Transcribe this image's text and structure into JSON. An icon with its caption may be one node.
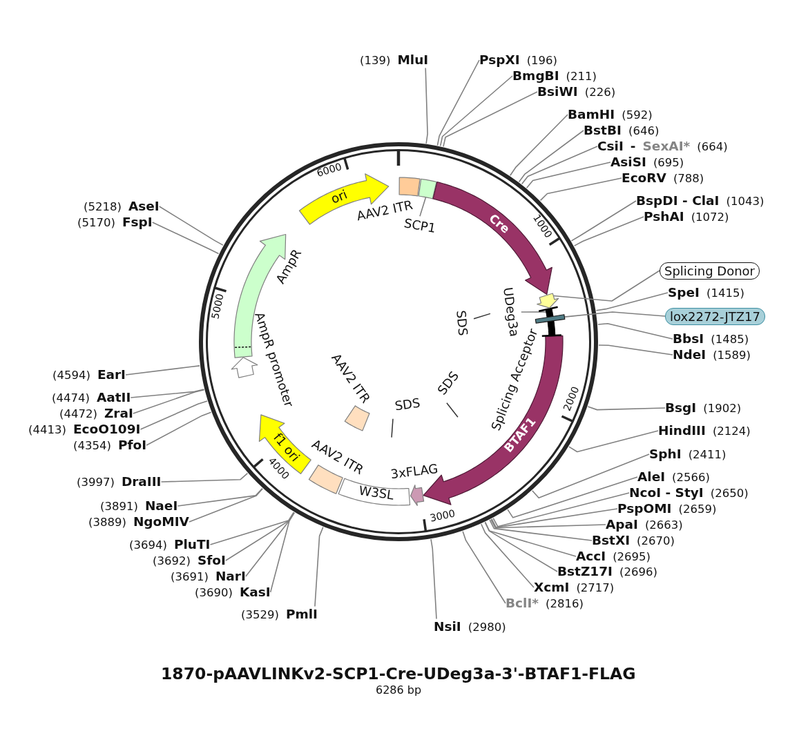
{
  "diagram": {
    "title": "1870-pAAVLINKv2-SCP1-Cre-UDeg3a-3'-BTAF1-FLAG",
    "caption": "6286 bp",
    "nodes": [
      {
        "text": [],
        "shape": "box",
        "beside": [
          "AAV2 ITR"
        ]
      },
      {
        "text": [],
        "shape": "box"
      },
      {
        "text": [
          "Cre"
        ]
      },
      {
        "text": [],
        "shape": "arrow"
      },
      {
        "text": [],
        "shape": "bar"
      },
      {
        "text": [],
        "shape": "box"
      },
      {
        "text": [
          "BTAF1"
        ]
      },
      {
        "text": [],
        "shape": "arrow"
      },
      {
        "text": [
          "W3SL"
        ]
      },
      {
        "text": [],
        "shape": "box",
        "beside": [
          "AAV2 ITR"
        ]
      },
      {
        "text": [
          "f1 ori"
        ]
      },
      {
        "text": [],
        "shape": "arrow",
        "beside": [
          "AmpR promoter"
        ]
      },
      {
        "text": [],
        "shape": "arrow",
        "beside": [
          "AmpR"
        ]
      },
      {
        "text": [
          "ori"
        ]
      },
      {
        "text": [],
        "shape": "box",
        "beside": [
          "AAV2 ITR"
        ]
      },
      {
        "text": [],
        "shape": "line",
        "beside": [
          "SDS"
        ]
      },
      {
        "text": [],
        "shape": "line"
      },
      {
        "text": [],
        "shape": "line",
        "beside": [
          "SDS"
        ]
      },
      {
        "text": [
          "SCP1"
        ]
      },
      {
        "text": [
          "UDeg3a"
        ]
      },
      {
        "text": [
          "Splicing Donor"
        ]
      },
      {
        "text": [
          "lox2272-JTZ17"
        ]
      },
      {
        "text": [
          "(139)",
          "MluI"
        ]
      },
      {
        "text": [
          "PspXI",
          "(196)"
        ]
      },
      {
        "text": [
          "BmgBI",
          "(211)"
        ]
      },
      {
        "text": [
          "BsiWI",
          "(226)"
        ]
      },
      {
        "text": [
          "BamHI",
          "(592)"
        ]
      },
      {
        "text": [
          "BstBI",
          "(646)"
        ]
      },
      {
        "text": [
          "CsiI",
          "-",
          "SexAI*",
          "(664)"
        ]
      },
      {
        "text": [
          "AsiSI",
          "(695)"
        ]
      },
      {
        "text": [
          "EcoRV",
          "(788)"
        ]
      },
      {
        "text": [
          "BspDI - ClaI",
          "(1043)"
        ]
      },
      {
        "text": [
          "PshAI",
          "(1072)"
        ]
      },
      {
        "text": [
          "SpeI",
          "(1415)"
        ]
      },
      {
        "text": [
          "BbsI",
          "(1485)"
        ]
      },
      {
        "text": [
          "NdeI",
          "(1589)"
        ]
      },
      {
        "text": [
          "BsgI",
          "(1902)"
        ]
      },
      {
        "text": [
          "HindIII",
          "(2124)"
        ]
      },
      {
        "text": [
          "SphI",
          "(2411)"
        ]
      },
      {
        "text": [
          "AleI",
          "(2566)"
        ]
      },
      {
        "text": [
          "NcoI - StyI",
          "(2650)"
        ]
      },
      {
        "text": [
          "PspOMI",
          "(2659)"
        ]
      },
      {
        "text": [
          "ApaI",
          "(2663)"
        ]
      },
      {
        "text": [
          "BstXI",
          "(2670)"
        ]
      },
      {
        "text": [
          "AccI",
          "(2695)"
        ]
      },
      {
        "text": [
          "BstZ17I",
          "(2696)"
        ]
      },
      {
        "text": [
          "XcmI",
          "(2717)"
        ]
      },
      {
        "text": [
          "BclI*",
          "(2816)"
        ]
      },
      {
        "text": [
          "NsiI",
          "(2980)"
        ]
      },
      {
        "text": [
          "(3529)",
          "PmlI"
        ]
      },
      {
        "text": [
          "(3690)",
          "KasI"
        ]
      },
      {
        "text": [
          "(3691)",
          "NarI"
        ]
      },
      {
        "text": [
          "(3692)",
          "SfoI"
        ]
      },
      {
        "text": [
          "(3694)",
          "PluTI"
        ]
      },
      {
        "text": [
          "(3889)",
          "NgoMIV"
        ]
      },
      {
        "text": [
          "(3891)",
          "NaeI"
        ]
      },
      {
        "text": [
          "(3997)",
          "DraIII"
        ]
      },
      {
        "text": [
          "(4354)",
          "PfoI"
        ]
      },
      {
        "text": [
          "(4413)",
          "EcoO109I"
        ]
      },
      {
        "text": [
          "(4472)",
          "ZraI"
        ]
      },
      {
        "text": [
          "(4474)",
          "AatII"
        ]
      },
      {
        "text": [
          "(4594)",
          "EarI"
        ]
      },
      {
        "text": [
          "(5170)",
          "FspI"
        ]
      },
      {
        "text": [
          "(5218)",
          "AseI"
        ]
      }
    ],
    "edges": [
      {
        "from": 18,
        "to": 1,
        "arrow": "none"
      },
      {
        "from": 19,
        "to": 4,
        "arrow": "none"
      },
      {
        "from": 20,
        "to": 3,
        "arrow": "none"
      },
      {
        "from": 21,
        "to": 5,
        "arrow": "none"
      },
      {
        "from": 22,
        "to": null,
        "arrow": "none"
      },
      {
        "from": 23,
        "to": null,
        "arrow": "none"
      },
      {
        "from": 24,
        "to": null,
        "arrow": "none"
      },
      {
        "from": 25,
        "to": null,
        "arrow": "none"
      },
      {
        "from": 26,
        "to": null,
        "arrow": "none"
      },
      {
        "from": 27,
        "to": null,
        "arrow": "none"
      },
      {
        "from": 28,
        "to": null,
        "arrow": "none"
      },
      {
        "from": 29,
        "to": null,
        "arrow": "none"
      },
      {
        "from": 30,
        "to": null,
        "arrow": "none"
      },
      {
        "from": 31,
        "to": null,
        "arrow": "none"
      },
      {
        "from": 32,
        "to": null,
        "arrow": "none"
      },
      {
        "from": 33,
        "to": null,
        "arrow": "none"
      },
      {
        "from": 34,
        "to": null,
        "arrow": "none"
      },
      {
        "from": 35,
        "to": null,
        "arrow": "none"
      },
      {
        "from": 36,
        "to": null,
        "arrow": "none"
      },
      {
        "from": 37,
        "to": null,
        "arrow": "none"
      },
      {
        "from": 38,
        "to": null,
        "arrow": "none"
      },
      {
        "from": 39,
        "to": null,
        "arrow": "none"
      },
      {
        "from": 40,
        "to": null,
        "arrow": "none"
      },
      {
        "from": 41,
        "to": null,
        "arrow": "none"
      },
      {
        "from": 42,
        "to": null,
        "arrow": "none"
      },
      {
        "from": 43,
        "to": null,
        "arrow": "none"
      },
      {
        "from": 44,
        "to": null,
        "arrow": "none"
      },
      {
        "from": 45,
        "to": null,
        "arrow": "none"
      },
      {
        "from": 46,
        "to": null,
        "arrow": "none"
      },
      {
        "from": 47,
        "to": null,
        "arrow": "none"
      },
      {
        "from": 48,
        "to": null,
        "arrow": "none"
      },
      {
        "from": 49,
        "to": null,
        "arrow": "none"
      },
      {
        "from": 50,
        "to": null,
        "arrow": "none"
      },
      {
        "from": 51,
        "to": null,
        "arrow": "none"
      },
      {
        "from": 52,
        "to": null,
        "arrow": "none"
      },
      {
        "from": 53,
        "to": null,
        "arrow": "none"
      },
      {
        "from": 54,
        "to": null,
        "arrow": "none"
      },
      {
        "from": 55,
        "to": null,
        "arrow": "none"
      },
      {
        "from": 56,
        "to": null,
        "arrow": "none"
      },
      {
        "from": 57,
        "to": null,
        "arrow": "none"
      },
      {
        "from": 58,
        "to": null,
        "arrow": "none"
      },
      {
        "from": 59,
        "to": null,
        "arrow": "none"
      },
      {
        "from": 60,
        "to": null,
        "arrow": "none"
      },
      {
        "from": 61,
        "to": null,
        "arrow": "none"
      },
      {
        "from": 62,
        "to": null,
        "arrow": "none"
      },
      {
        "from": 63,
        "to": null,
        "arrow": "none"
      }
    ],
    "labels": [
      "6000",
      "1000",
      "5000",
      "Splicing Acceptor",
      "SDS",
      "2000",
      "3xFLAG",
      "4000",
      "3000"
    ]
  }
}
